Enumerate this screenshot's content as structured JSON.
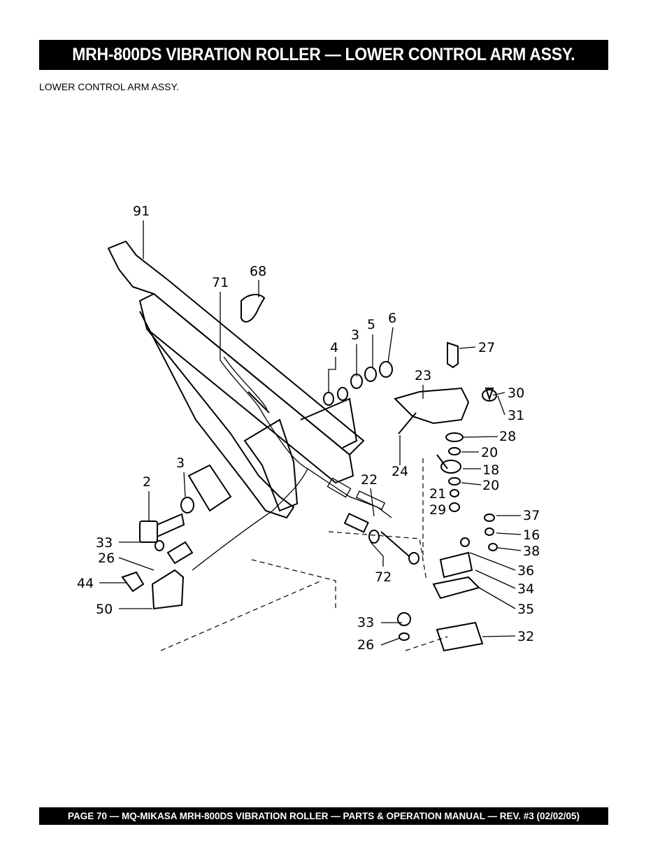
{
  "header": {
    "title": "MRH-800DS VIBRATION ROLLER — LOWER CONTROL ARM ASSY."
  },
  "section": {
    "subtitle": "LOWER CONTROL ARM ASSY."
  },
  "diagram": {
    "callouts": [
      "91",
      "68",
      "71",
      "4",
      "3",
      "5",
      "6",
      "27",
      "23",
      "30",
      "31",
      "24",
      "28",
      "20",
      "18",
      "20",
      "21",
      "29",
      "22",
      "2",
      "3",
      "33",
      "26",
      "44",
      "50",
      "72",
      "37",
      "16",
      "38",
      "36",
      "34",
      "35",
      "33",
      "26",
      "32"
    ]
  },
  "footer": {
    "text": "PAGE 70 — MQ-MIKASA MRH-800DS VIBRATION ROLLER — PARTS & OPERATION MANUAL — REV. #3 (02/02/05)"
  }
}
